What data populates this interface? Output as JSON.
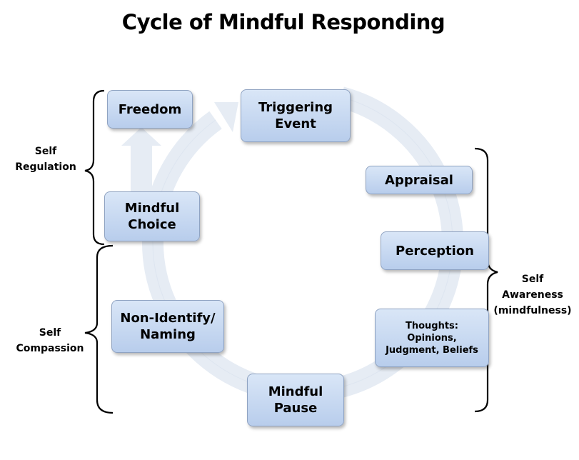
{
  "title": "Cycle of Mindful Responding",
  "nodes": {
    "freedom": "Freedom",
    "triggering_event": "Triggering\nEvent",
    "appraisal": "Appraisal",
    "perception": "Perception",
    "thoughts": "Thoughts:\nOpinions,\nJudgment, Beliefs",
    "mindful_pause": "Mindful\nPause",
    "non_identify": "Non-Identify/\nNaming",
    "mindful_choice": "Mindful\nChoice"
  },
  "brackets": {
    "self_regulation": "Self\nRegulation",
    "self_compassion": "Self\nCompassion",
    "self_awareness": "Self\nAwareness\n(mindfulness)"
  },
  "colors": {
    "box_fill_top": "#d9e6f7",
    "box_fill_bottom": "#b8cdec",
    "box_border": "#8fa3c2",
    "ring": "#e9eef5"
  }
}
